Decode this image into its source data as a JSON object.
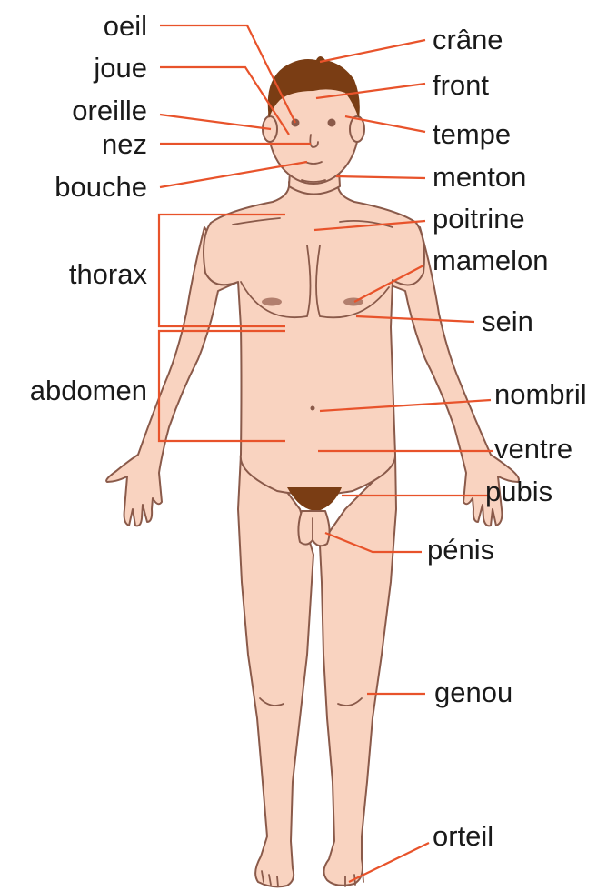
{
  "labels": {
    "oeil": "oeil",
    "joue": "joue",
    "oreille": "oreille",
    "nez": "nez",
    "bouche": "bouche",
    "thorax": "thorax",
    "abdomen": "abdomen",
    "crane": "crâne",
    "front": "front",
    "tempe": "tempe",
    "menton": "menton",
    "poitrine": "poitrine",
    "mamelon": "mamelon",
    "sein": "sein",
    "nombril": "nombril",
    "ventre": "ventre",
    "pubis": "pubis",
    "penis": "pénis",
    "genou": "genou",
    "orteil": "orteil"
  },
  "colors": {
    "leader": "#e8532b",
    "skin": "#f9d3c0",
    "outline": "#8a5a4a",
    "hair": "#7a3d14"
  }
}
